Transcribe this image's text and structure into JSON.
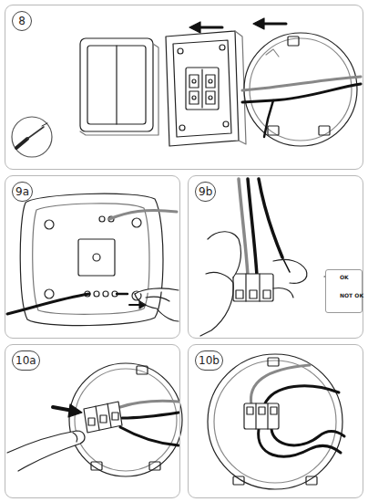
{
  "diagram": {
    "nodes": [
      {
        "text": [
          "8"
        ]
      },
      {
        "text": [
          "9a"
        ]
      },
      {
        "text": [
          "9b"
        ]
      },
      {
        "text": [
          "OK",
          "NOT OK"
        ],
        "in": 2
      },
      {
        "text": [
          "10a"
        ]
      },
      {
        "text": [
          "10b"
        ]
      }
    ]
  }
}
